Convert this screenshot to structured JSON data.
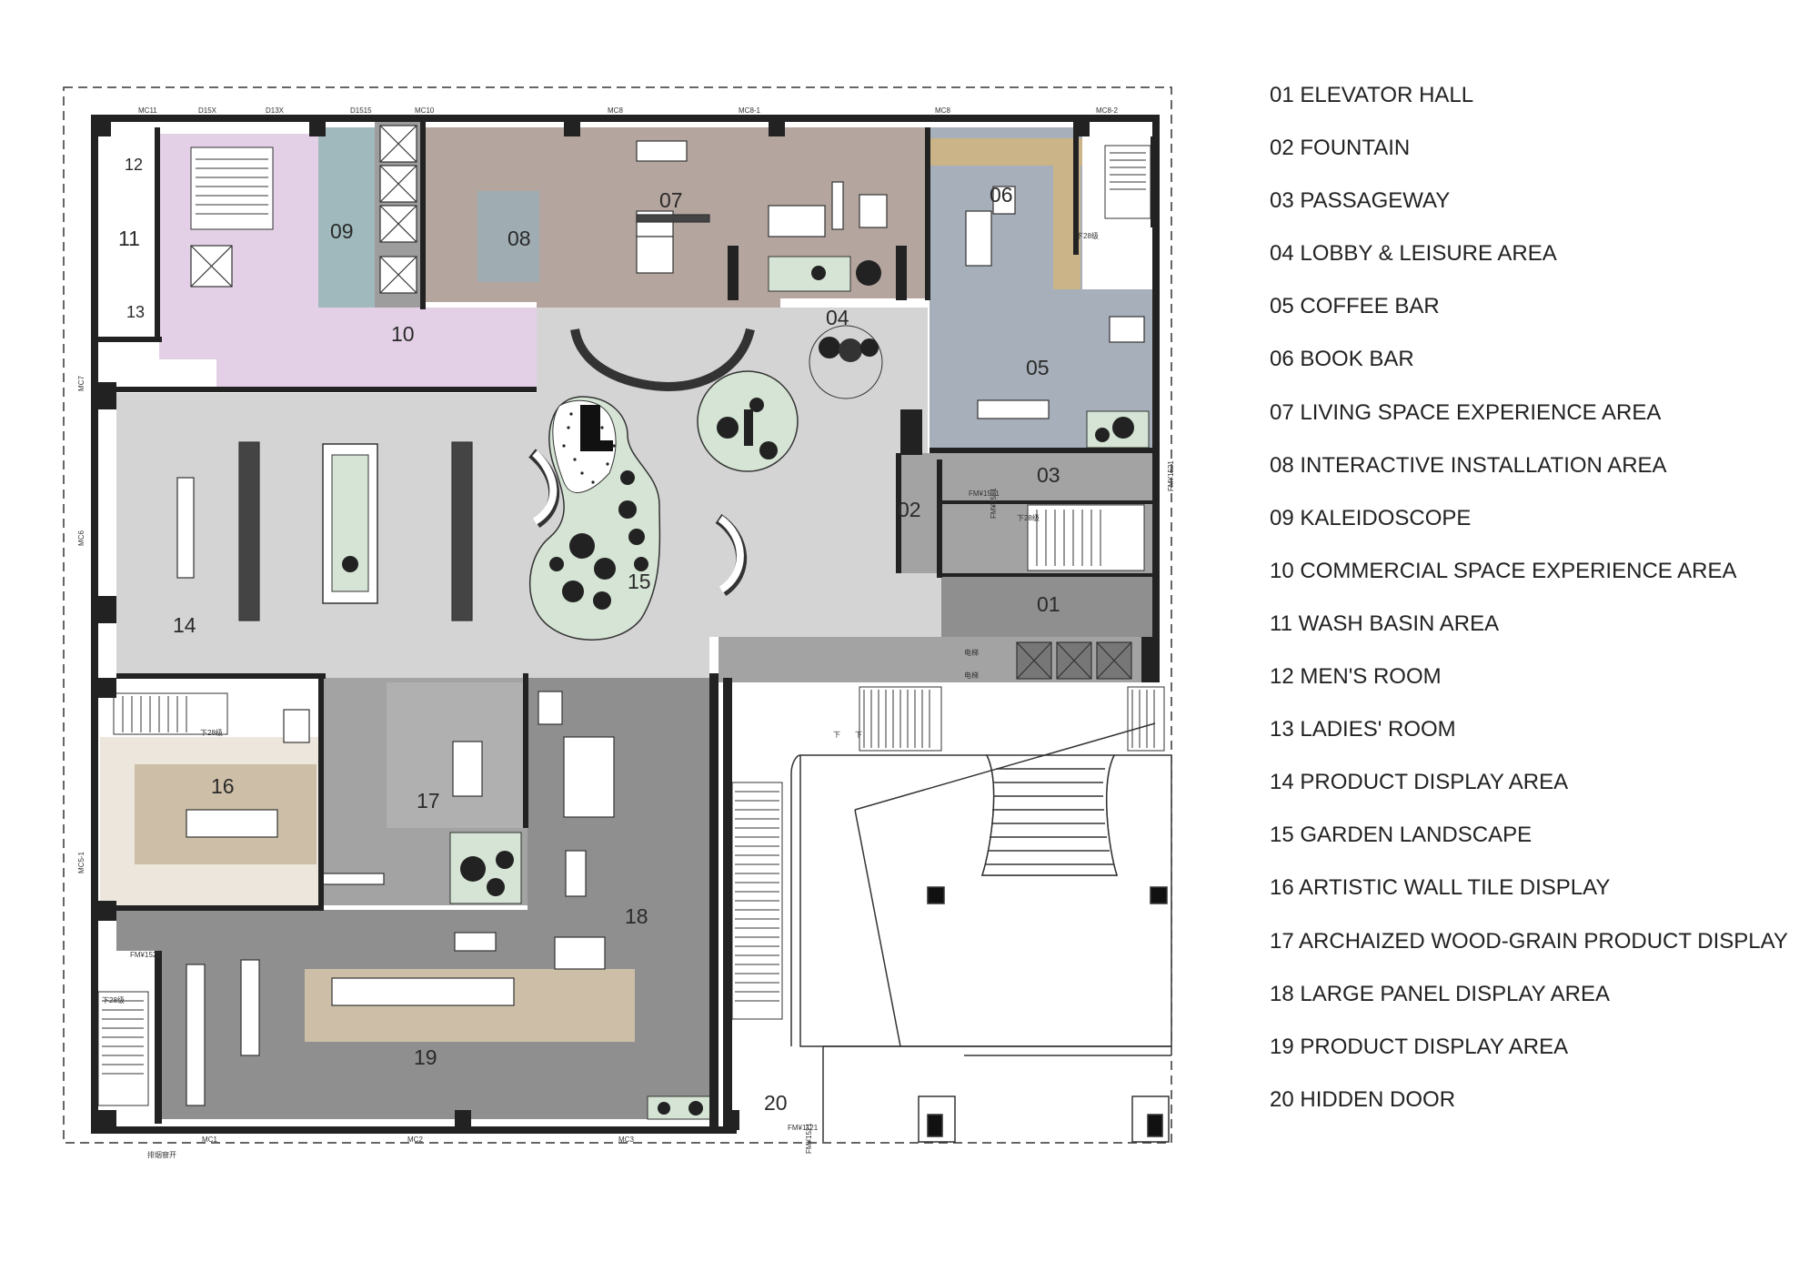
{
  "legend": [
    {
      "num": "01",
      "label": "01 ELEVATOR HALL"
    },
    {
      "num": "02",
      "label": "02 FOUNTAIN"
    },
    {
      "num": "03",
      "label": "03 PASSAGEWAY"
    },
    {
      "num": "04",
      "label": "04 LOBBY & LEISURE AREA"
    },
    {
      "num": "05",
      "label": "05 COFFEE BAR"
    },
    {
      "num": "06",
      "label": "06 BOOK BAR"
    },
    {
      "num": "07",
      "label": "07 LIVING SPACE EXPERIENCE AREA"
    },
    {
      "num": "08",
      "label": "08 INTERACTIVE INSTALLATION AREA"
    },
    {
      "num": "09",
      "label": "09 KALEIDOSCOPE"
    },
    {
      "num": "10",
      "label": "10 COMMERCIAL SPACE EXPERIENCE AREA"
    },
    {
      "num": "11",
      "label": "11 WASH BASIN AREA"
    },
    {
      "num": "12",
      "label": "12 MEN'S ROOM"
    },
    {
      "num": "13",
      "label": "13 LADIES' ROOM"
    },
    {
      "num": "14",
      "label": "14 PRODUCT DISPLAY AREA"
    },
    {
      "num": "15",
      "label": "15 GARDEN LANDSCAPE"
    },
    {
      "num": "16",
      "label": "16 ARTISTIC WALL TILE DISPLAY"
    },
    {
      "num": "17",
      "label": "17 ARCHAIZED WOOD-GRAIN PRODUCT DISPLAY"
    },
    {
      "num": "18",
      "label": "18 LARGE PANEL DISPLAY AREA"
    },
    {
      "num": "19",
      "label": "19 PRODUCT DISPLAY AREA"
    },
    {
      "num": "20",
      "label": "20 HIDDEN DOOR"
    }
  ],
  "rooms": {
    "r01": "01",
    "r02": "02",
    "r03": "03",
    "r04": "04",
    "r05": "05",
    "r06": "06",
    "r07": "07",
    "r08": "08",
    "r09": "09",
    "r10": "10",
    "r11": "11",
    "r12": "12",
    "r13": "13",
    "r14": "14",
    "r15": "15",
    "r16": "16",
    "r17": "17",
    "r18": "18",
    "r19": "19",
    "r20": "20"
  },
  "plan_tags": {
    "mc11": "MC11",
    "d15x": "D15X",
    "d13x": "D13X",
    "d1515": "D1515",
    "mc10": "MC10",
    "mc8a": "MC8",
    "mc8b": "MC8-1",
    "mc8c": "MC8",
    "mc8d": "MC8-2",
    "mc1": "MC1",
    "mc2": "MC2",
    "mc3": "MC3",
    "mc7": "MC7",
    "mc6": "MC6",
    "mc5": "MC5-1",
    "fm1521a": "FM¥1521",
    "fm1521b": "FM¥1521",
    "fm1521c": "FM¥1521",
    "fm1521d": "FM¥1521",
    "fm1521e": "FM¥1521",
    "fm1121": "FM¥1121",
    "f28a": "下28级",
    "f28b": "下28级",
    "f28c": "下28级",
    "f28d": "下28级",
    "down1": "下",
    "down2": "下",
    "fml": "排烟窨开",
    "elev1": "电梯",
    "elev2": "电梯"
  },
  "colors": {
    "wall": "#222222",
    "pink": "#e3d0e6",
    "brown": "#b4a59e",
    "blue_gray": "#a7afba",
    "light_gray": "#d4d4d4",
    "mid_gray": "#a3a3a3",
    "dark_gray": "#8f8f8f",
    "tan": "#cdbfa7",
    "cream": "#ece6dc",
    "green": "#d5e4d4",
    "teal": "#9fb9bc",
    "wood": "#cbb487"
  }
}
